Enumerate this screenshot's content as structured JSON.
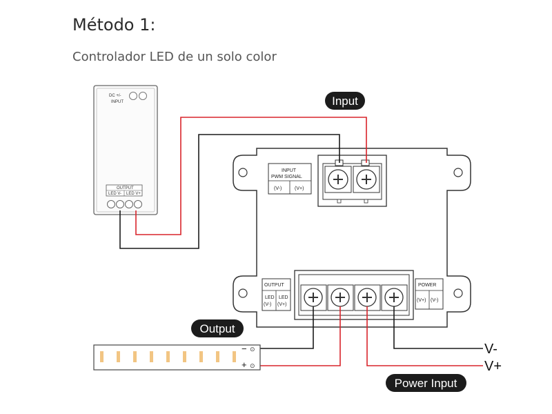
{
  "header": {
    "title": "Método 1:",
    "subtitle": "Controlador LED de un solo color"
  },
  "colors": {
    "wire_black": "#1a1a1a",
    "wire_red": "#d9232a",
    "pill_bg": "#1c1c1c",
    "led_chip": "#f2c583",
    "device_stroke": "#444444"
  },
  "controller": {
    "dc_label": "DC +/-",
    "input_label": "INPUT",
    "output_label": "OUTPUT",
    "led_minus": "LED V-",
    "led_plus": "LED V+"
  },
  "amplifier": {
    "input_title": "INPUT",
    "input_subtitle": "PWM SIGNAL",
    "input_minus": "(V-)",
    "input_plus": "(V+)",
    "output_title": "OUTPUT",
    "output_led_minus": [
      "LED",
      "(V-)"
    ],
    "output_led_plus": [
      "LED",
      "(V+)"
    ],
    "power_title": "POWER",
    "power_plus": "(V+)",
    "power_minus": "(V-)"
  },
  "callouts": {
    "input": "Input",
    "output": "Output",
    "power_input": "Power Input"
  },
  "terminals": {
    "v_minus": "V-",
    "v_plus": "V+"
  },
  "strip": {
    "minus": "−",
    "plus": "+",
    "icon": "⊙"
  }
}
